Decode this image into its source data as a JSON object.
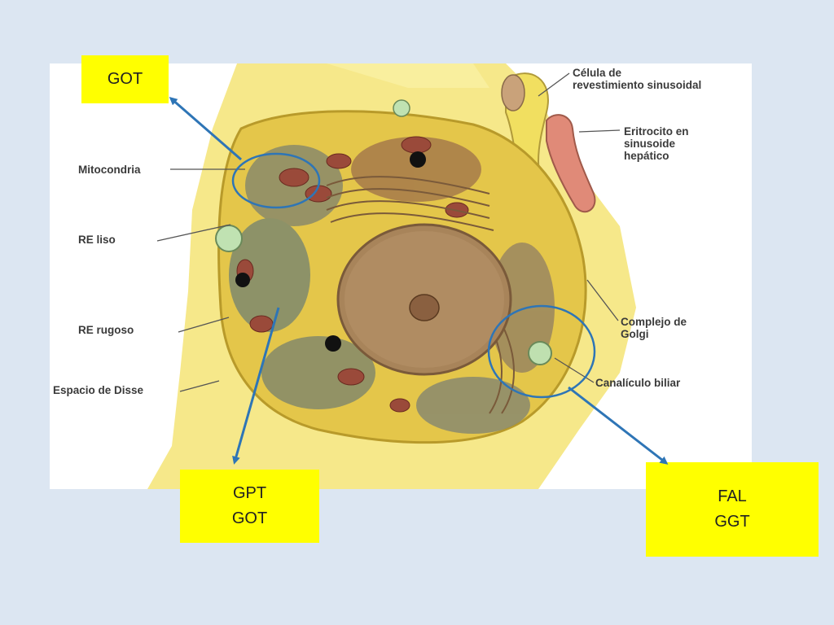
{
  "figure": {
    "labels": {
      "celula": "Célula de\nrevestimiento sinusoidal",
      "eritrocito": "Eritrocito en\nsinusoide\nhepático",
      "mitocondria": "Mitocondria",
      "re_liso": "RE liso",
      "re_rugoso": "RE rugoso",
      "disse": "Espacio de Disse",
      "golgi": "Complejo de\nGolgi",
      "canaliculo": "Canalículo biliar"
    }
  },
  "boxes": {
    "got_top": {
      "line1": "GOT"
    },
    "gpt_got": {
      "line1": "GPT",
      "line2": "GOT"
    },
    "fal_ggt": {
      "line1": "FAL",
      "line2": "GGT"
    }
  },
  "colors": {
    "background": "#dce6f2",
    "box_fill": "#ffff00",
    "annotation_blue": "#2e75b6",
    "cytoplasm_yellow": "#f2e26a",
    "nucleus_brown": "#a8845a"
  }
}
